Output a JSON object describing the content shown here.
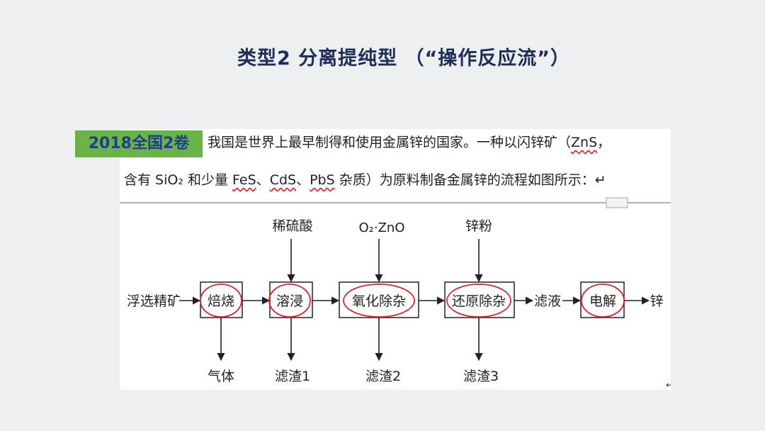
{
  "title": "类型2  分离提纯型 （“操作反应流”）",
  "badge": "2018全国2卷",
  "intro": {
    "line1_a": "我国是世界上最早制得和使用金属锌的国家。一种以闪锌矿（",
    "line1_b": "ZnS",
    "line1_c": "，",
    "line2_a": "含有 SiO₂ 和少量 ",
    "line2_fes": "FeS",
    "line2_sep1": "、",
    "line2_cds": "CdS",
    "line2_sep2": "、",
    "line2_pbs": "PbS",
    "line2_b": " 杂质）为原料制备金属锌的流程如图所示：↵"
  },
  "flow": {
    "start": "浮选精矿",
    "end": "锌",
    "filtrate": "滤液",
    "steps": [
      {
        "label": "焙烧"
      },
      {
        "label": "溶浸",
        "input": "稀硫酸",
        "output": "滤渣1"
      },
      {
        "label": "氧化除杂",
        "input": "O₂·ZnO",
        "output": "滤渣2"
      },
      {
        "label": "还原除杂",
        "input": "锌粉",
        "output": "滤渣3"
      },
      {
        "label": "电解"
      }
    ],
    "gas": "气体"
  },
  "colors": {
    "title": "#1f2d5a",
    "badge_bg": "#6ab345",
    "badge_text": "#1f3d93",
    "highlight": "#d9262b"
  }
}
